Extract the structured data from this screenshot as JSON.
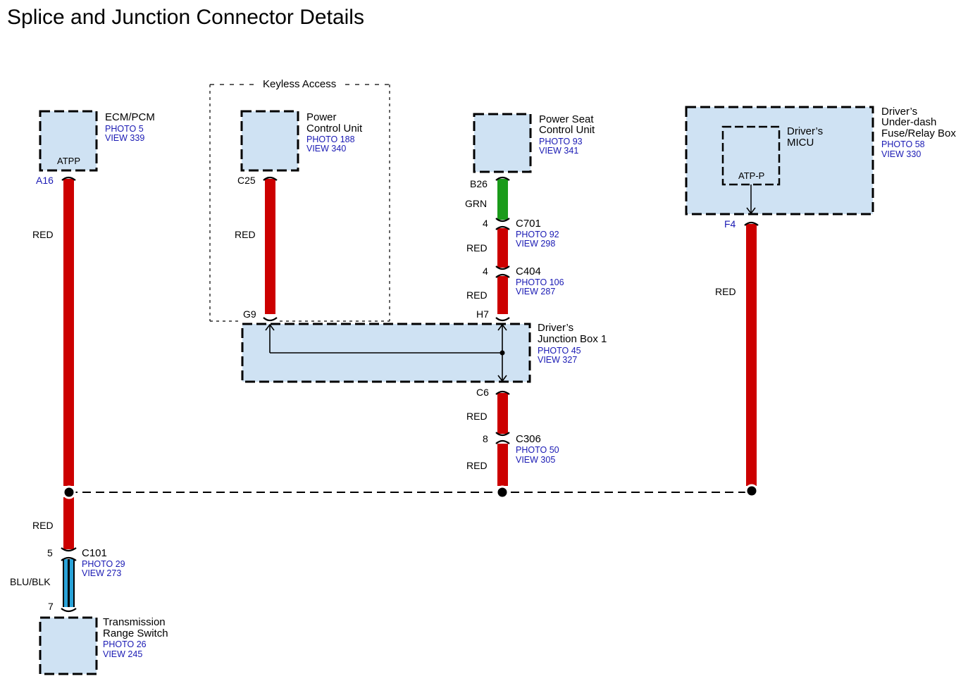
{
  "title": "Splice and Junction Connector Details",
  "colors": {
    "red_wire": "#cc0000",
    "green_wire": "#1a9b1a",
    "blue_wire": "#2aa3d8",
    "component_fill": "#cfe2f3",
    "ref_text": "#1a1ab4"
  },
  "components": {
    "ecm": {
      "name": "ECM/PCM",
      "photo": "PHOTO 5",
      "view": "VIEW 339",
      "terminal": "ATPP"
    },
    "keyless": {
      "label": "Keyless Access"
    },
    "pcu": {
      "name1": "Power",
      "name2": "Control Unit",
      "photo": "PHOTO 188",
      "view": "VIEW 340"
    },
    "seat": {
      "name1": "Power Seat",
      "name2": "Control Unit",
      "photo": "PHOTO 93",
      "view": "VIEW 341"
    },
    "fusebox": {
      "name1": "Driver’s",
      "name2": "Under-dash",
      "name3": "Fuse/Relay Box",
      "photo": "PHOTO 58",
      "view": "VIEW 330"
    },
    "micu": {
      "name1": "Driver’s",
      "name2": "MICU",
      "terminal": "ATP-P"
    },
    "jbox": {
      "name1": "Driver’s",
      "name2": "Junction Box 1",
      "photo": "PHOTO 45",
      "view": "VIEW 327"
    },
    "trs": {
      "name1": "Transmission",
      "name2": "Range Switch",
      "photo": "PHOTO 26",
      "view": "VIEW 245"
    }
  },
  "connectors": {
    "c701": {
      "name": "C701",
      "pin": "4",
      "photo": "PHOTO 92",
      "view": "VIEW 298"
    },
    "c404": {
      "name": "C404",
      "pin": "4",
      "photo": "PHOTO 106",
      "view": "VIEW 287"
    },
    "c306": {
      "name": "C306",
      "pin": "8",
      "photo": "PHOTO 50",
      "view": "VIEW 305"
    },
    "c101": {
      "name": "C101",
      "pin_top": "5",
      "pin_bottom": "7",
      "photo": "PHOTO 29",
      "view": "VIEW 273"
    }
  },
  "pins": {
    "a16": "A16",
    "c25": "C25",
    "g9": "G9",
    "b26": "B26",
    "h7": "H7",
    "c6": "C6",
    "f4": "F4"
  },
  "wires": {
    "ecm_top": "RED",
    "ecm_bottom": "RED",
    "pcu": "RED",
    "seat_grn": "GRN",
    "seat_mid1": "RED",
    "seat_mid2": "RED",
    "jb_below": "RED",
    "jb_bottom": "RED",
    "fuse": "RED",
    "trs": "BLU/BLK"
  }
}
